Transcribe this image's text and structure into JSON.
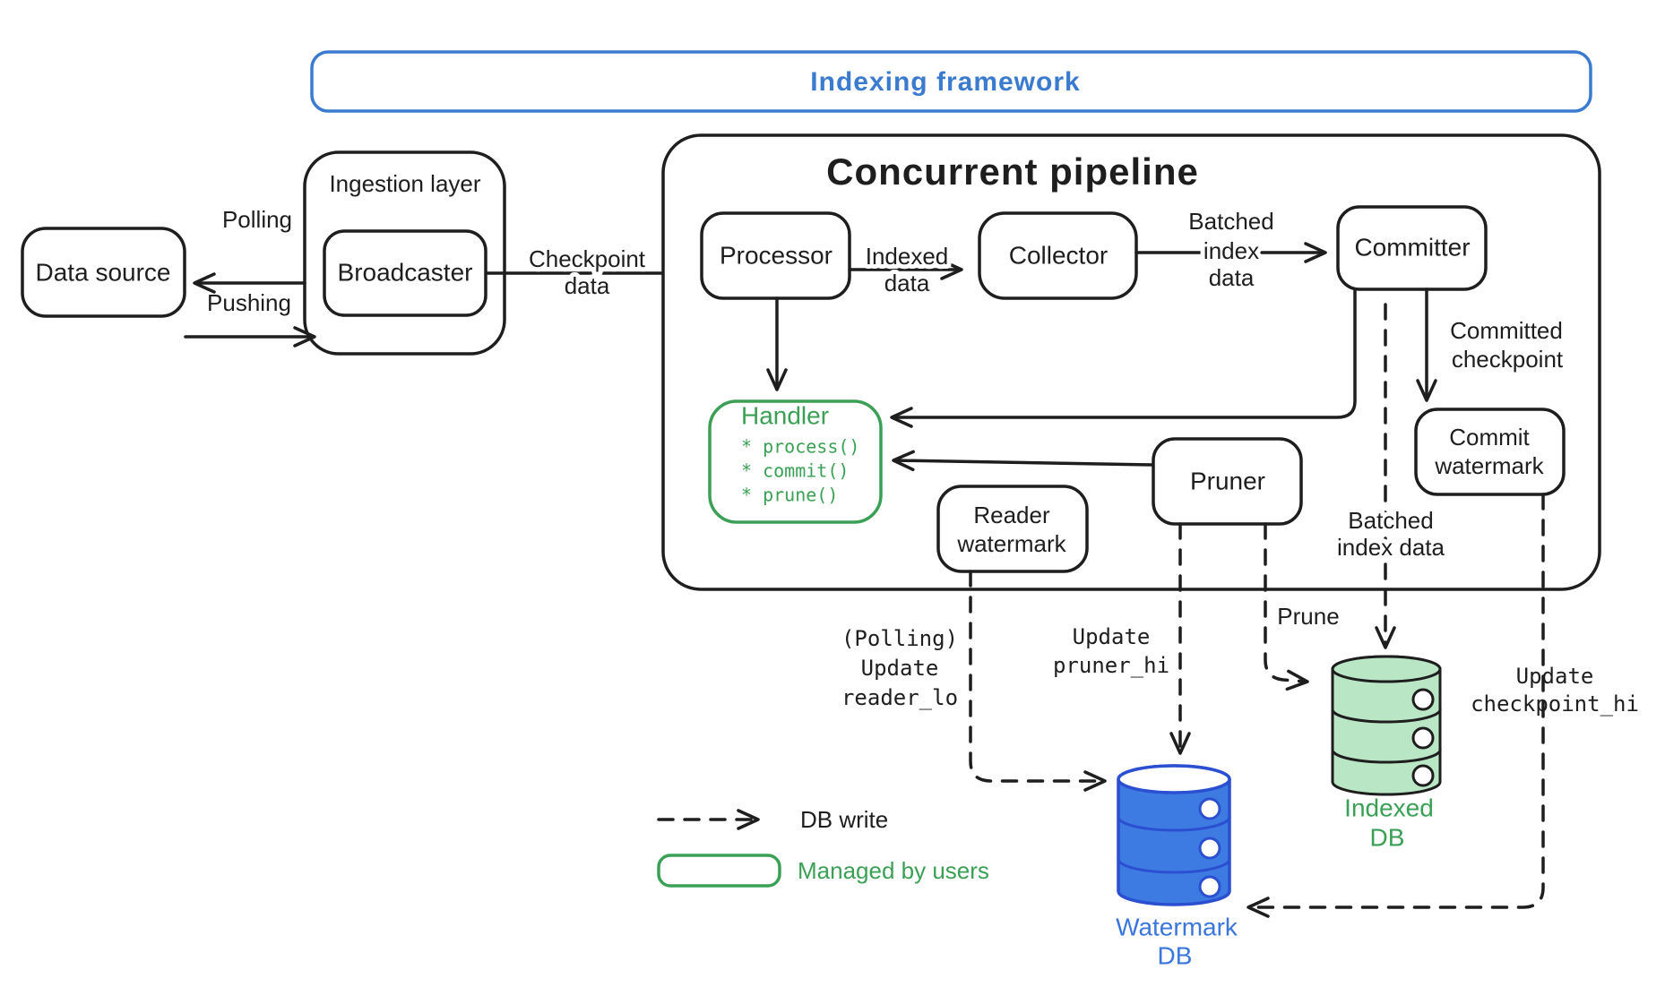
{
  "colors": {
    "ink": "#1e1e1e",
    "blue": "#3a7bd0",
    "blue-db-fill": "#3d7be2",
    "blue-db-stroke": "#2a4fd0",
    "blue-db-stroke-txt": "#3a76dc",
    "green": "#3ba055",
    "green-db-fill": "#b9e6c4"
  },
  "frame": {
    "label": "Indexing framework"
  },
  "pipeline": {
    "title": "Concurrent pipeline"
  },
  "nodes": {
    "data_source": "Data source",
    "ingestion": "Ingestion layer",
    "broadcaster": "Broadcaster",
    "processor": "Processor",
    "collector": "Collector",
    "committer": "Committer",
    "pruner": "Pruner",
    "reader_watermark": {
      "line1": "Reader",
      "line2": "watermark"
    },
    "commit_watermark": {
      "line1": "Commit",
      "line2": "watermark"
    },
    "handler": {
      "title": "Handler",
      "items": [
        "* process()",
        "* commit()",
        "* prune()"
      ]
    }
  },
  "edges": {
    "polling": "Polling",
    "pushing": "Pushing",
    "checkpoint": {
      "line1": "Checkpoint",
      "line2": "data"
    },
    "indexed": {
      "line1": "Indexed",
      "line2": "data"
    },
    "batched_top": {
      "line1": "Batched",
      "line2": "index",
      "line3": "data"
    },
    "committed": {
      "line1": "Committed",
      "line2": "checkpoint"
    },
    "batched_bottom": {
      "line1": "Batched",
      "line2": "index data"
    },
    "prune": "Prune",
    "update_reader": {
      "line1": "(Polling)",
      "line2": "Update",
      "line3": "reader_lo"
    },
    "update_pruner": {
      "line1": "Update",
      "line2": "pruner_hi"
    },
    "update_checkpoint": {
      "line1": "Update",
      "line2": "checkpoint_hi"
    }
  },
  "databases": {
    "watermark": {
      "line1": "Watermark",
      "line2": "DB"
    },
    "indexed": {
      "line1": "Indexed",
      "line2": "DB"
    }
  },
  "legend": {
    "db_write": "DB write",
    "managed_by_users": "Managed by users"
  }
}
